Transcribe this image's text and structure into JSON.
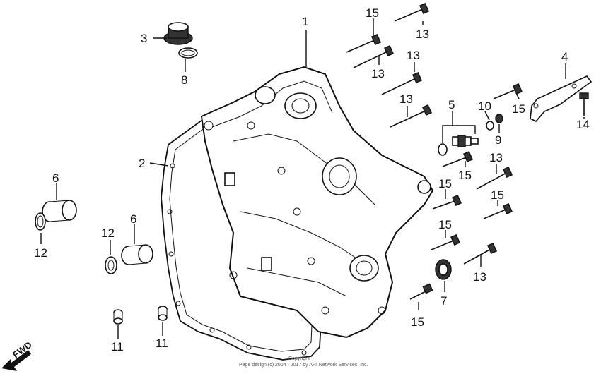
{
  "callouts": [
    {
      "id": "c1",
      "label": "1"
    },
    {
      "id": "c2",
      "label": "2"
    },
    {
      "id": "c3",
      "label": "3"
    },
    {
      "id": "c4",
      "label": "4"
    },
    {
      "id": "c5",
      "label": "5"
    },
    {
      "id": "c6a",
      "label": "6"
    },
    {
      "id": "c6b",
      "label": "6"
    },
    {
      "id": "c7",
      "label": "7"
    },
    {
      "id": "c8",
      "label": "8"
    },
    {
      "id": "c9",
      "label": "9"
    },
    {
      "id": "c10",
      "label": "10"
    },
    {
      "id": "c11a",
      "label": "11"
    },
    {
      "id": "c11b",
      "label": "11"
    },
    {
      "id": "c12a",
      "label": "12"
    },
    {
      "id": "c12b",
      "label": "12"
    },
    {
      "id": "c13a",
      "label": "13"
    },
    {
      "id": "c13b",
      "label": "13"
    },
    {
      "id": "c13c",
      "label": "13"
    },
    {
      "id": "c13d",
      "label": "13"
    },
    {
      "id": "c13e",
      "label": "13"
    },
    {
      "id": "c13f",
      "label": "13"
    },
    {
      "id": "c14",
      "label": "14"
    },
    {
      "id": "c15a",
      "label": "15"
    },
    {
      "id": "c15b",
      "label": "15"
    },
    {
      "id": "c15c",
      "label": "15"
    },
    {
      "id": "c15d",
      "label": "15"
    },
    {
      "id": "c15e",
      "label": "15"
    },
    {
      "id": "c15f",
      "label": "15"
    },
    {
      "id": "c15g",
      "label": "15"
    }
  ],
  "fwd_label": "FWD",
  "copyright_line1": "Copyright",
  "copyright_line2": "Page design (c) 2004 - 2017 by ARI Network Services, Inc."
}
